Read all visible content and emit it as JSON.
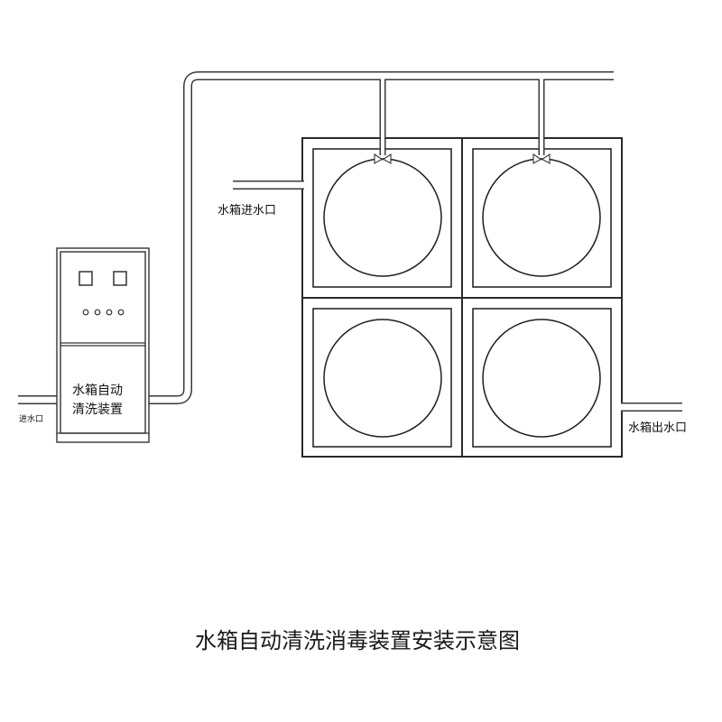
{
  "labels": {
    "tank_inlet": "水箱进水口",
    "tank_outlet": "水箱出水口",
    "device_inlet": "进水口",
    "device_name_line1": "水箱自动",
    "device_name_line2": "清洗装置"
  },
  "title": "水箱自动清洗消毒装置安装示意图",
  "colors": {
    "line": "#2a2a2a",
    "background": "#ffffff"
  }
}
